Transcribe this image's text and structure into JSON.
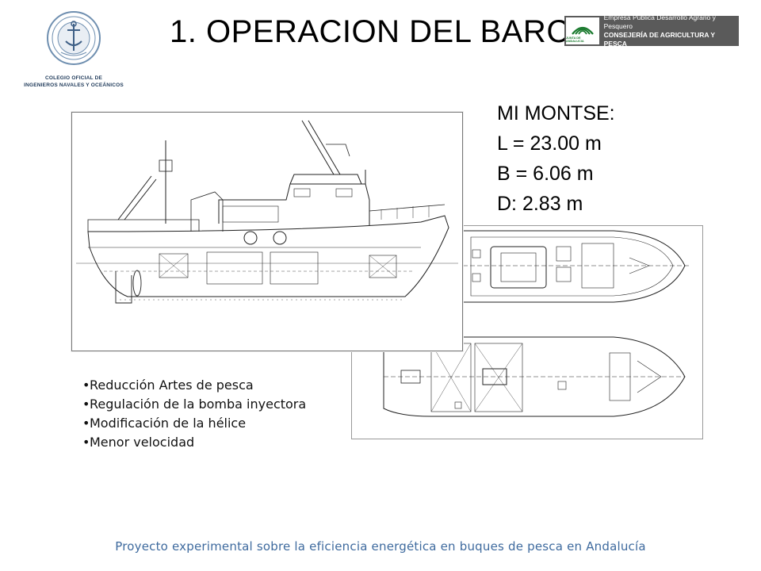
{
  "header": {
    "title": "1. OPERACION DEL BARCO",
    "left_logo": {
      "icon": "college-seal-icon",
      "caption_line1": "COLEGIO OFICIAL DE",
      "caption_line2": "INGENIEROS NAVALES Y OCEÁNICOS"
    },
    "right_logo": {
      "icon": "junta-andalucia-emblem-icon",
      "emblem_text": "JUNTA DE ANDALUCIA",
      "line1": "Empresa Pública Desarrollo Agrario y Pesquero",
      "line2": "CONSEJERÍA DE AGRICULTURA Y PESCA"
    }
  },
  "vessel": {
    "name": "MI MONTSE:",
    "length": "L = 23.00 m",
    "beam": "B = 6.06 m",
    "depth": "D: 2.83 m"
  },
  "measures": {
    "items": [
      "Reducción Artes de pesca",
      "Regulación de la bomba inyectora",
      "Modificación de la hélice",
      "Menor velocidad"
    ]
  },
  "footer": {
    "text": "Proyecto experimental sobre la eficiencia energética en buques de pesca en Andalucía"
  },
  "colors": {
    "footer_text": "#3e6a9e",
    "right_logo_bg": "#5a5a5a",
    "junta_green": "#1a7a2e"
  }
}
